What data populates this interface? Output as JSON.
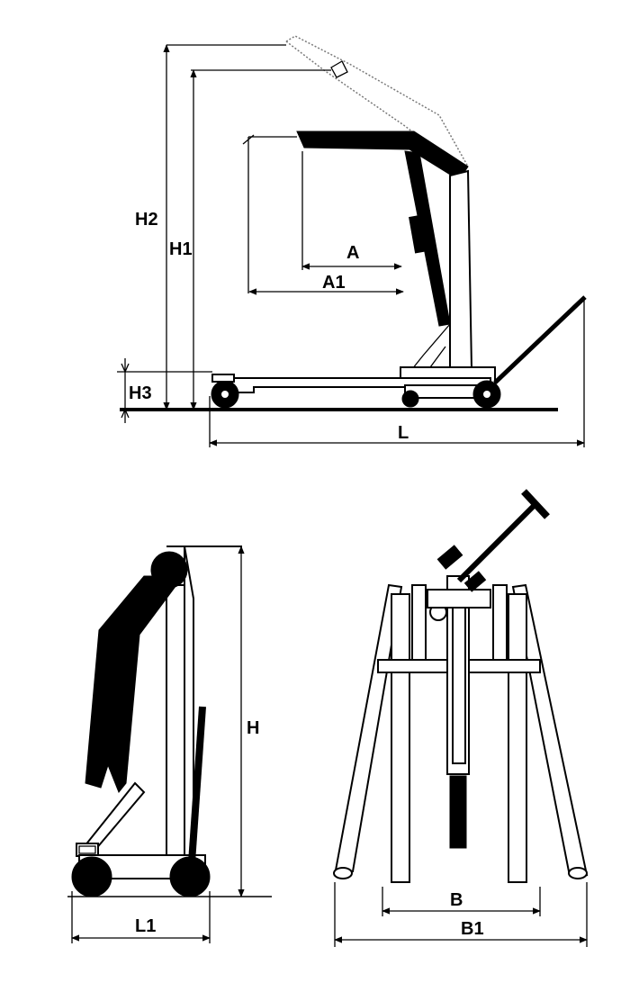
{
  "labels": {
    "H2": "H2",
    "H1": "H1",
    "H3": "H3",
    "A": "A",
    "A1": "A1",
    "L": "L",
    "H": "H",
    "L1": "L1",
    "B": "B",
    "B1": "B1"
  }
}
